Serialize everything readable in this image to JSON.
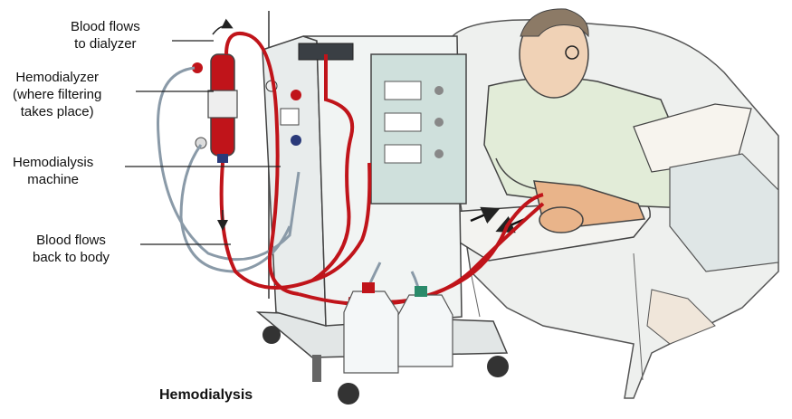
{
  "labels": {
    "to_dialyzer": [
      "Blood flows",
      "to dialyzer"
    ],
    "hemodialyzer": [
      "Hemodialyzer",
      "(where filtering",
      "takes place)"
    ],
    "machine": [
      "Hemodialysis",
      "machine"
    ],
    "back_to_body": [
      "Blood flows",
      "back to body"
    ]
  },
  "caption": "Hemodialysis",
  "colors": {
    "blood": "#c0141a",
    "tube": "#8a9aa8",
    "machine": "#e8ecec",
    "panel": "#cfe0dc",
    "skin": "#e9b48a",
    "shirt": "#e2ecd8",
    "ink": "#222222"
  },
  "icons": [
    "hemodialyzer-icon",
    "dialysis-machine-icon",
    "patient-icon",
    "chair-icon",
    "jug-icon",
    "arrow-icon"
  ]
}
